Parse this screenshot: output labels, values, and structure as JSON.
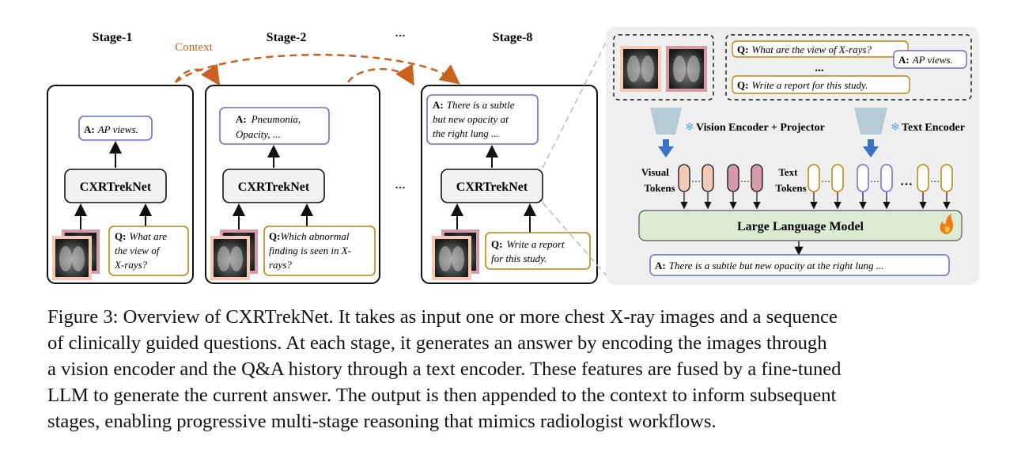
{
  "figure": {
    "context_label": "Context",
    "stages": [
      {
        "title": "Stage-1",
        "model": "CXRTrekNet",
        "answer_prefix": "A:",
        "answer_lines": [
          "AP views."
        ],
        "question_prefix": "Q:",
        "question_lines": [
          "What are",
          "the view of",
          "X-rays?"
        ]
      },
      {
        "title": "Stage-2",
        "model": "CXRTrekNet",
        "answer_prefix": "A:",
        "answer_lines": [
          "Pneumonia,",
          "Opacity, ..."
        ],
        "question_prefix": "Q:",
        "question_lines": [
          "Which abnormal",
          "finding is seen in X-",
          "rays?"
        ]
      },
      {
        "title": "Stage-8",
        "model": "CXRTrekNet",
        "answer_prefix": "A:",
        "answer_lines": [
          "There is a subtle",
          "but new opacity at",
          "the right lung ..."
        ],
        "question_prefix": "Q:",
        "question_lines": [
          "Write a report",
          "for this study."
        ]
      }
    ],
    "ellipsis": "...",
    "detail": {
      "vision_encoder": "Vision Encoder + Projector",
      "text_encoder": "Text Encoder",
      "visual_tokens": [
        "Visual",
        "Tokens"
      ],
      "text_tokens": [
        "Text",
        "Tokens"
      ],
      "llm": "Large Language Model",
      "qa_q1_prefix": "Q:",
      "qa_q1": "What are the view of X-rays?",
      "qa_a1_prefix": "A:",
      "qa_a1": "AP views.",
      "qa_dots": "...",
      "qa_q2_prefix": "Q:",
      "qa_q2": "Write a report for this study.",
      "output_prefix": "A:",
      "output": "There is a subtle but new opacity at the right lung ..."
    },
    "colors": {
      "context": "#c8621e",
      "answer_border": "#6c6cc8",
      "question_border": "#b8860b",
      "visual_light": "#f4c9b8",
      "visual_dark": "#d49aa8",
      "llm_fill": "#dbecd3",
      "panel_fill": "#efefef",
      "arrow_blue": "#3a74c9"
    }
  },
  "caption": {
    "lines": [
      "Figure 3: Overview of CXRTrekNet. It takes as input one or more chest X-ray images and a sequence",
      "of clinically guided questions. At each stage, it generates an answer by encoding the images through",
      "a vision encoder and the Q&A history through a text encoder. These features are fused by a fine-tuned",
      "LLM to generate the current answer. The output is then appended to the context to inform subsequent",
      "stages, enabling progressive multi-stage reasoning that mimics radiologist workflows."
    ]
  }
}
